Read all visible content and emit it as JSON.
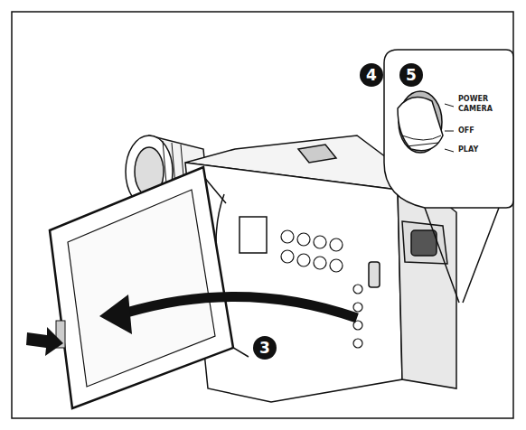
{
  "diagram": {
    "labels": [
      "4",
      "5",
      "POWER",
      "CAMERA",
      "OFF",
      "PLAY",
      "3"
    ]
  }
}
